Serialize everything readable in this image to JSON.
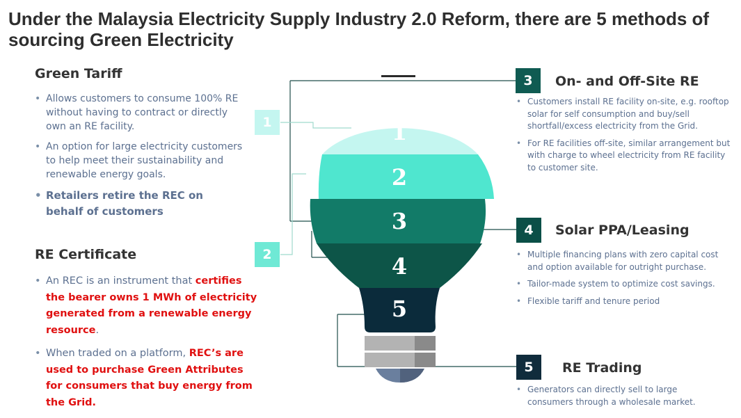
{
  "title": "Under the Malaysia Electricity Supply Industry 2.0 Reform, there are 5 methods of sourcing Green Electricity",
  "green_tariff": {
    "heading": "Green Tariff",
    "bullets": [
      "Allows customers to consume 100% RE without having to contract or directly own an RE facility.",
      "An option for large electricity customers to help meet their sustainability and renewable energy goals."
    ],
    "highlight": "Retailers retire the REC on behalf of customers",
    "badge": "1"
  },
  "re_certificate": {
    "heading": "RE Certificate",
    "bullet1_plain": "An REC is an instrument that ",
    "bullet1_red": "certifies the bearer owns 1 MWh of electricity generated from a renewable energy resource",
    "bullet1_end": ".",
    "bullet2_plain": "When traded on a platform, ",
    "bullet2_red": "REC’s are used to purchase Green Attributes for consumers that buy energy from the Grid.",
    "badge": "2"
  },
  "bulb": {
    "segments": [
      "1",
      "2",
      "3",
      "4",
      "5"
    ],
    "colors": {
      "seg1": "#c4f6f0",
      "seg2": "#4fe6cf",
      "seg3": "#127b68",
      "seg4": "#0d5548",
      "seg5": "#0b2b3b",
      "base_light": "#b3b3b3",
      "base_dark": "#8a8a8a",
      "tip": "#6a7f9e"
    }
  },
  "onoff_site": {
    "number": "3",
    "heading": "On- and Off-Site RE",
    "bullets": [
      "Customers install RE facility on-site, e.g. rooftop solar for self consumption and buy/sell shortfall/excess electricity from the Grid.",
      "For RE facilities off-site, similar arrangement but with charge to wheel electricity from RE facility to customer site."
    ]
  },
  "solar_ppa": {
    "number": "4",
    "heading": "Solar PPA/Leasing",
    "bullets": [
      "Multiple financing plans with zero capital cost and option available for outright purchase.",
      "Tailor-made system to optimize cost savings.",
      "Flexible tariff and tenure period"
    ]
  },
  "re_trading": {
    "number": "5",
    "heading": "RE Trading",
    "bullets": [
      "Generators can directly sell to large consumers through a wholesale market."
    ]
  }
}
